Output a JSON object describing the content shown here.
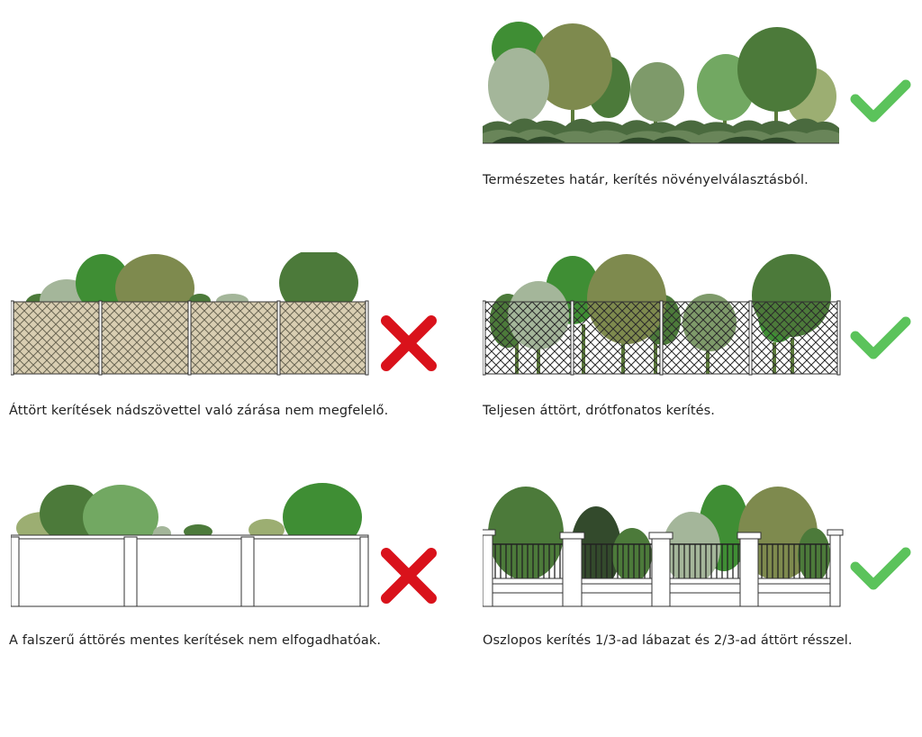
{
  "colors": {
    "check": "#5bc35b",
    "cross": "#d9121b",
    "reed": "#d9ceb2",
    "leaf_dark": "#4c7a3a",
    "leaf_olive": "#7e8a4e",
    "leaf_pale": "#a4b69a",
    "leaf_bright": "#3f8e34",
    "leaf_mid": "#72a862",
    "leaf_khaki": "#9cae72",
    "leaf_deep": "#334a2c"
  },
  "examples": [
    {
      "id": "natural",
      "verdict": "ok",
      "verdict_icon": "check-icon",
      "caption": "Természetes határ, kerítés növényelválasztásból."
    },
    {
      "id": "reed",
      "verdict": "bad",
      "verdict_icon": "cross-icon",
      "caption": "Áttört kerítések nádszövettel való zárása nem megfelelő."
    },
    {
      "id": "wire",
      "verdict": "ok",
      "verdict_icon": "check-icon",
      "caption": "Teljesen áttört, drótfonatos kerítés."
    },
    {
      "id": "wall",
      "verdict": "bad",
      "verdict_icon": "cross-icon",
      "caption": "A falszerű áttörés mentes kerítések nem elfogadhatóak."
    },
    {
      "id": "pillar",
      "verdict": "ok",
      "verdict_icon": "check-icon",
      "caption": "Oszlopos kerítés 1/3-ad lábazat és 2/3-ad áttört résszel."
    }
  ]
}
